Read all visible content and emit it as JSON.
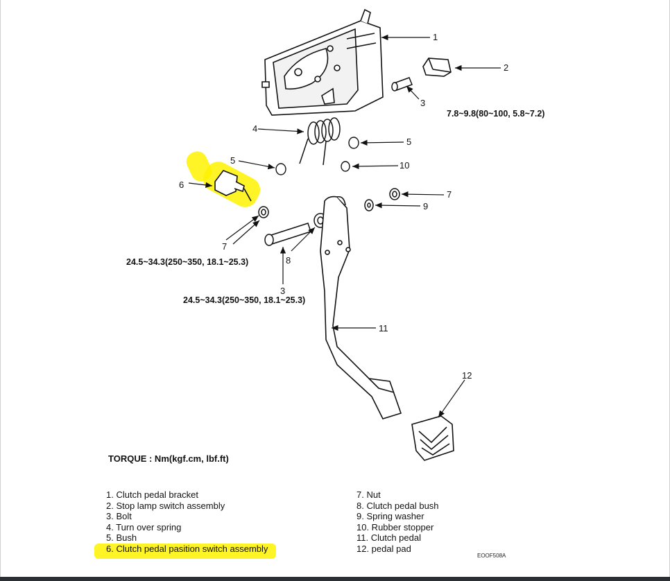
{
  "diagram": {
    "callouts": {
      "c1": "1",
      "c2": "2",
      "c3a": "3",
      "c3b": "3",
      "c4": "4",
      "c5a": "5",
      "c5b": "5",
      "c6": "6",
      "c7a": "7",
      "c7b": "7",
      "c8": "8",
      "c9": "9",
      "c10": "10",
      "c11": "11",
      "c12": "12"
    },
    "torque_specs": {
      "bolt_top": "7.8~9.8(80~100, 5.8~7.2)",
      "nut_left": "24.5~34.3(250~350, 18.1~25.3)",
      "bolt_lower": "24.5~34.3(250~350, 18.1~25.3)"
    },
    "torque_title": "TORQUE : Nm(kgf.cm, lbf.ft)",
    "figure_code": "EOOF508A",
    "highlight_color": "#fff200",
    "legend_left": [
      "1. Clutch pedal bracket",
      "2. Stop lamp switch assembly",
      "3. Bolt",
      "4. Turn over spring",
      "5. Bush",
      "6. Clutch pedal pasition switch assembly"
    ],
    "legend_right": [
      "7. Nut",
      "8. Clutch pedal bush",
      "9. Spring washer",
      "10. Rubber stopper",
      "11. Clutch pedal",
      "12. pedal pad"
    ]
  }
}
